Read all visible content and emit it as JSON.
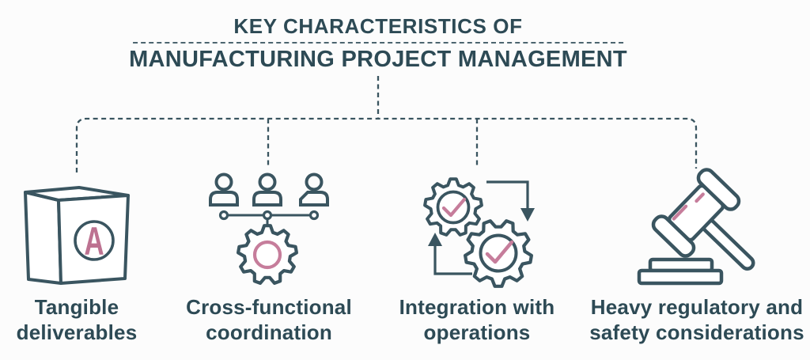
{
  "title": {
    "line1": "KEY CHARACTERISTICS OF",
    "line2": "MANUFACTURING PROJECT MANAGEMENT"
  },
  "items": [
    {
      "icon": "box-a-icon",
      "badge_letter": "A",
      "label_line1": "Tangible",
      "label_line2": "deliverables"
    },
    {
      "icon": "team-gear-icon",
      "label_line1": "Cross-functional",
      "label_line2": "coordination"
    },
    {
      "icon": "gears-cycle-icon",
      "label_line1": "Integration with",
      "label_line2": "operations"
    },
    {
      "icon": "gavel-icon",
      "label_line1": "Heavy regulatory and",
      "label_line2": "safety considerations"
    }
  ],
  "colors": {
    "ink": "#3a5560",
    "text": "#2d4a55",
    "accent": "#c67d9b",
    "accent_dark": "#bd7291",
    "background": "#fcfcfc"
  }
}
